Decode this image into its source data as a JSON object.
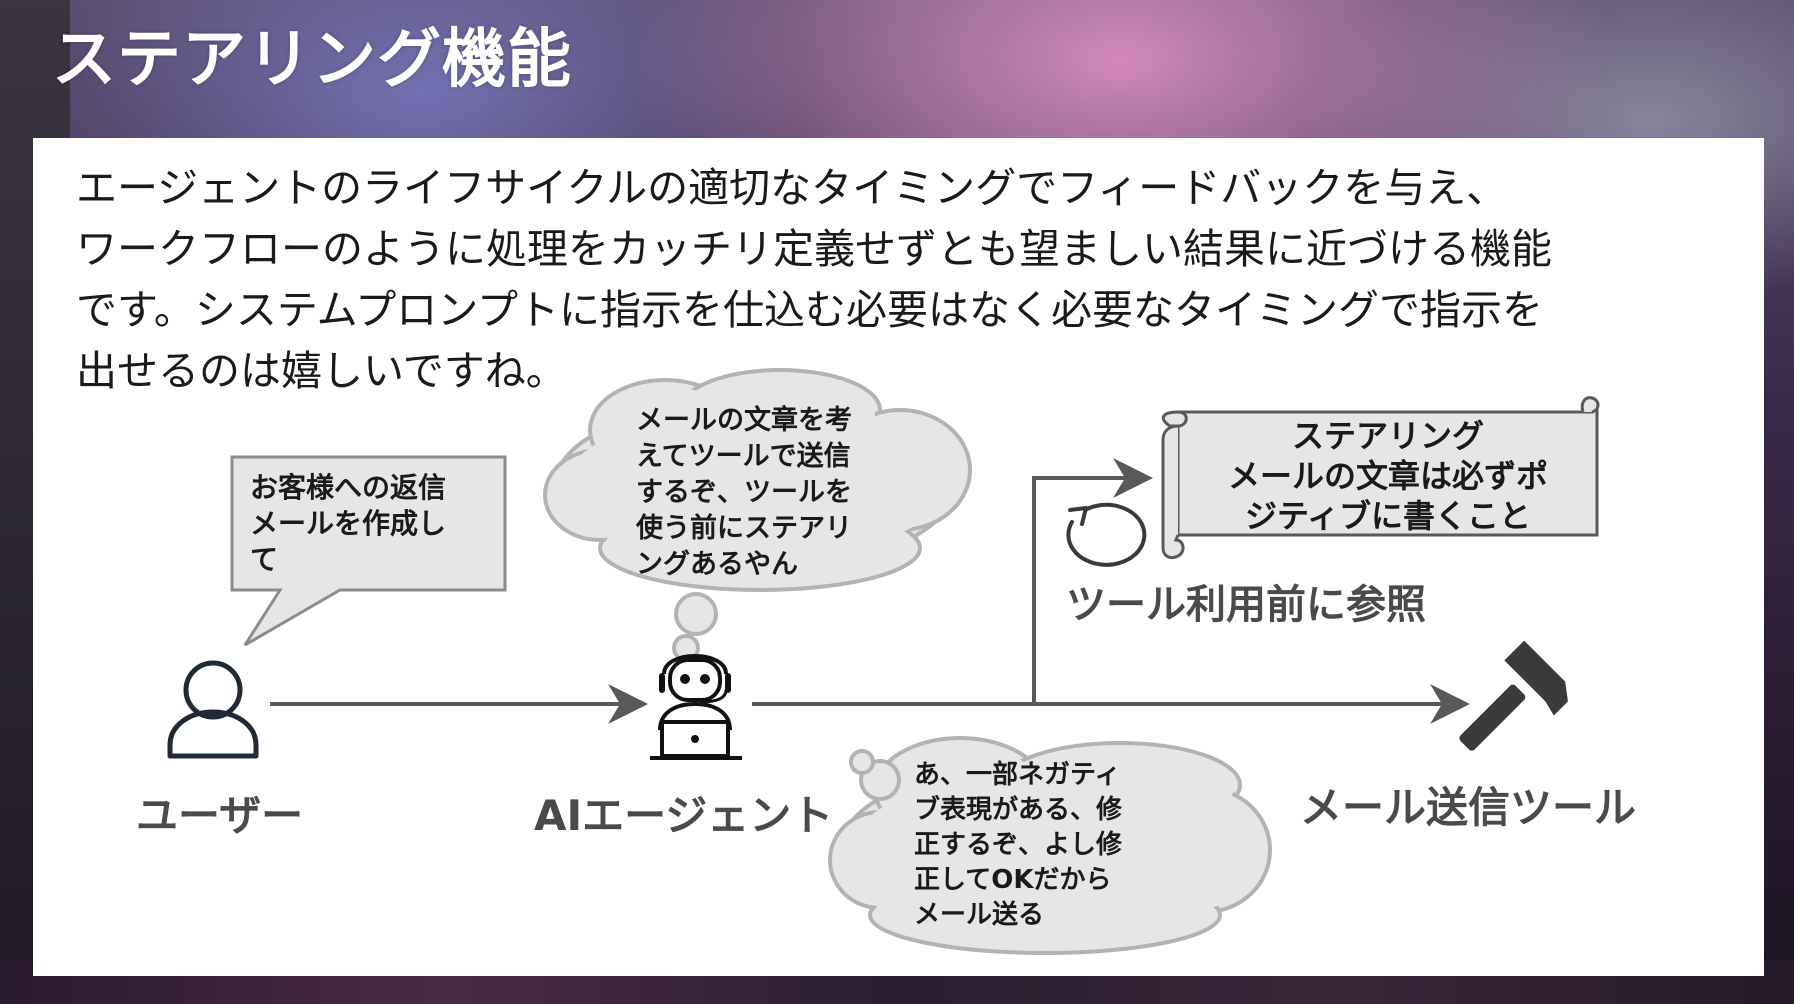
{
  "slide": {
    "title": "ステアリング機能",
    "description": [
      "エージェントのライフサイクルの適切なタイミングでフィードバックを与え、",
      "ワークフローのように処理をカッチリ定義せずとも望ましい結果に近づける機能",
      "です。システムプロンプトに指示を仕込む必要はなく必要なタイミングで指示を",
      "出せるのは嬉しいですね。"
    ]
  },
  "diagram": {
    "user": {
      "label": "ユーザー",
      "icon": "user-icon",
      "speech": [
        "お客様への返信",
        "メールを作成し",
        "て"
      ]
    },
    "agent": {
      "label": "AIエージェント",
      "icon": "robot-icon",
      "thought_before": [
        "メールの文章を考",
        "えてツールで送信",
        "するぞ、ツールを",
        "使う前にステアリ",
        "ングあるやん"
      ],
      "thought_after": [
        "あ、一部ネガティ",
        "ブ表現がある、修",
        "正するぞ、よし修",
        "正してOKだから",
        "メール送る"
      ]
    },
    "steering": {
      "scroll": [
        "ステアリング",
        "メールの文章は必ずポ",
        "ジティブに書くこと"
      ],
      "reference_label": "ツール利用前に参照",
      "icon": "refresh-icon"
    },
    "tool": {
      "label": "メール送信ツール",
      "icon": "hammer-icon"
    },
    "colors": {
      "line": "#595959",
      "bubble_fill": "#e6e6e6",
      "bubble_stroke": "#b3b3b3",
      "label": "#4a4a4a"
    }
  }
}
